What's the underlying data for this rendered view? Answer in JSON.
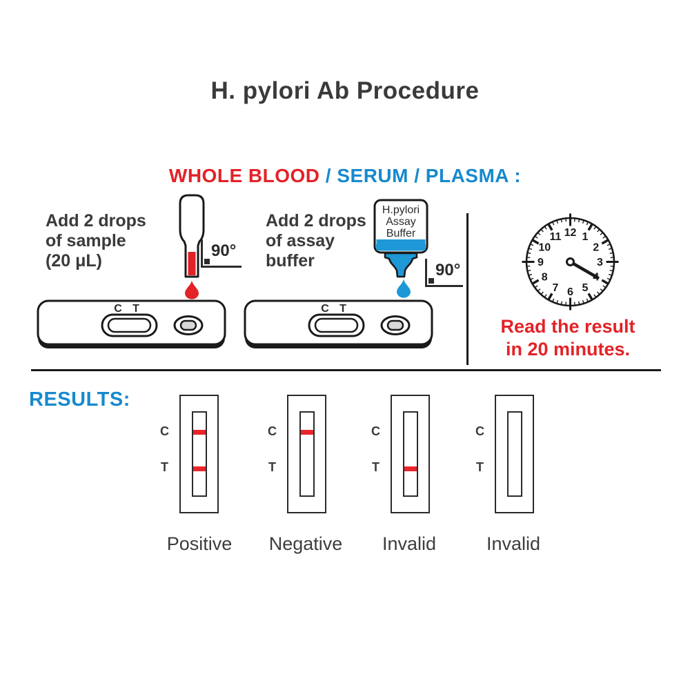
{
  "title": "H. pylori Ab Procedure",
  "specimen_header": {
    "red_segment": "WHOLE BLOOD ",
    "blue_segment": "/ SERUM / PLASMA :"
  },
  "steps": [
    {
      "lines": [
        "Add 2 drops",
        "of sample",
        "(20 μL)"
      ],
      "angle_label": "90°",
      "drop_color_name": "blood-red"
    },
    {
      "lines": [
        "Add 2 drops",
        "of assay",
        "buffer"
      ],
      "angle_label": "90°",
      "drop_color_name": "buffer-blue",
      "bottle_label": [
        "H.pylori",
        "Assay",
        "Buffer"
      ]
    }
  ],
  "cassette": {
    "c_label": "C",
    "t_label": "T"
  },
  "clock": {
    "numbers": [
      "1",
      "2",
      "3",
      "4",
      "5",
      "6",
      "7",
      "8",
      "9",
      "10",
      "11",
      "12"
    ],
    "hand_points_to_hour": 4
  },
  "read_result": {
    "lines": [
      "Read the result",
      "in 20 minutes."
    ]
  },
  "results": {
    "heading": "RESULTS:",
    "c_label": "C",
    "t_label": "T",
    "strips": [
      {
        "label": "Positive",
        "c_line": true,
        "t_line": true
      },
      {
        "label": "Negative",
        "c_line": true,
        "t_line": false
      },
      {
        "label": "Invalid",
        "c_line": false,
        "t_line": true
      },
      {
        "label": "Invalid",
        "c_line": false,
        "t_line": false
      }
    ]
  },
  "colors": {
    "red": "#e32227",
    "blue_text": "#1789ce",
    "buffer_liquid_blue": "#1e98d6",
    "dark_text": "#3a3a3a",
    "result_line_red": "#e8252b",
    "well_gray": "#d8d8d8"
  }
}
